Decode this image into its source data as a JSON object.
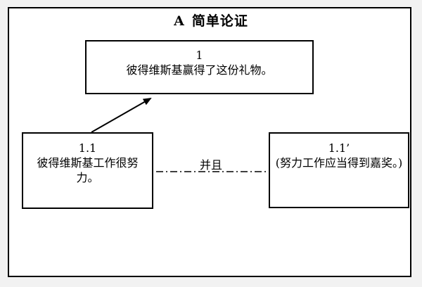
{
  "title": {
    "label": "A",
    "text": "简单论证"
  },
  "nodes": {
    "main": {
      "id": "1",
      "text": "彼得维斯基赢得了这份礼物。"
    },
    "premise": {
      "id": "1.1",
      "text": "彼得维斯基工作很努力。"
    },
    "assumption": {
      "id": "1.1’",
      "text": "(努力工作应当得到嘉奖。)"
    }
  },
  "connector": {
    "label": "并且"
  }
}
